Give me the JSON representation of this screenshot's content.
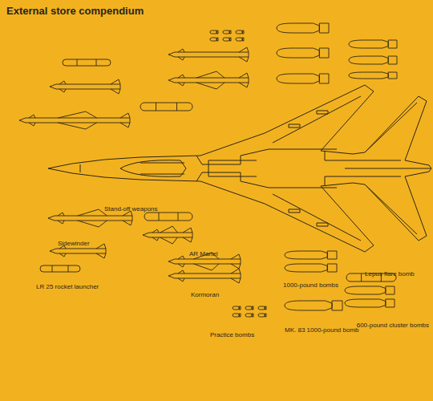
{
  "diagram": {
    "title": "External store compendium",
    "labels": [
      "Stand-off weapons",
      "Sidewinder",
      "AR Martel",
      "LR 25 rocket launcher",
      "Kormoran",
      "Lepus flare bomb",
      "1000-pound bombs",
      "600-pound cluster bombs",
      "Practice bombs",
      "MK. 83 1000-pound bomb"
    ]
  }
}
